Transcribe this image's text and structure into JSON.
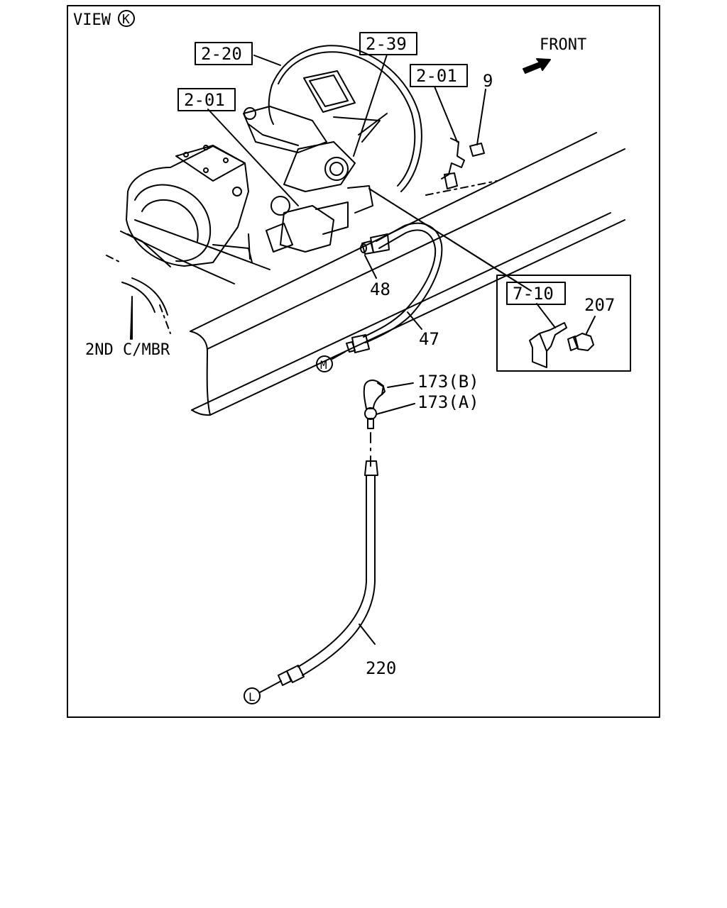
{
  "view": {
    "word": "VIEW",
    "letter": "K"
  },
  "front_label": "FRONT",
  "boxed_refs": {
    "r220": "2-20",
    "r239": "2-39",
    "r201a": "2-01",
    "r201b": "2-01",
    "r710": "7-10"
  },
  "parts": {
    "p9": "9",
    "p48": "48",
    "p47": "47",
    "p207": "207",
    "p173b": "173(B)",
    "p173a": "173(A)",
    "p220": "220"
  },
  "frame_label": "2ND C/MBR",
  "connectors": {
    "m": "M",
    "l": "L"
  },
  "colors": {
    "line": "#000000",
    "background": "#ffffff"
  }
}
